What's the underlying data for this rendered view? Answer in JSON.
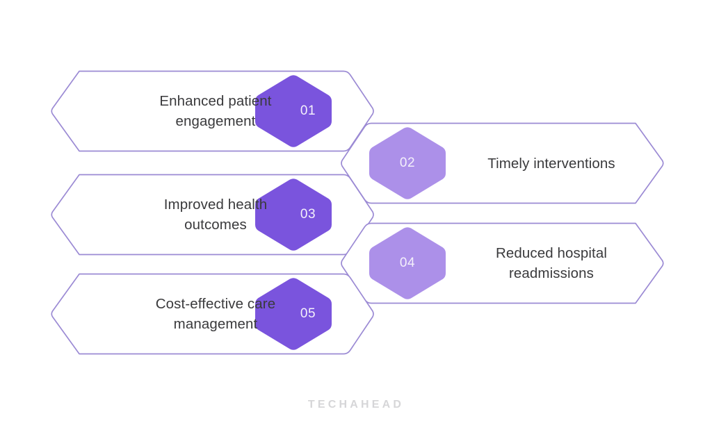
{
  "theme": {
    "background": "#ffffff",
    "banner_stroke": "#9b8ad4",
    "banner_fill": "#ffffff",
    "hex_dark": "#7a54dd",
    "hex_light": "#ac90e9",
    "label_color": "#3a3a3c",
    "number_color": "#f4f0fb",
    "logo_color": "#d6d6d8"
  },
  "footer": {
    "logo_text": "TECHAHEAD"
  },
  "items": [
    {
      "number": "01",
      "label": "Enhanced patient\nengagement",
      "side": "left",
      "hex_color": "#7a54dd"
    },
    {
      "number": "02",
      "label": "Timely interventions",
      "side": "right",
      "hex_color": "#ac90e9"
    },
    {
      "number": "03",
      "label": "Improved health\noutcomes",
      "side": "left",
      "hex_color": "#7a54dd"
    },
    {
      "number": "04",
      "label": "Reduced hospital\nreadmissions",
      "side": "right",
      "hex_color": "#ac90e9"
    },
    {
      "number": "05",
      "label": "Cost-effective care\nmanagement",
      "side": "left",
      "hex_color": "#7a54dd"
    }
  ]
}
